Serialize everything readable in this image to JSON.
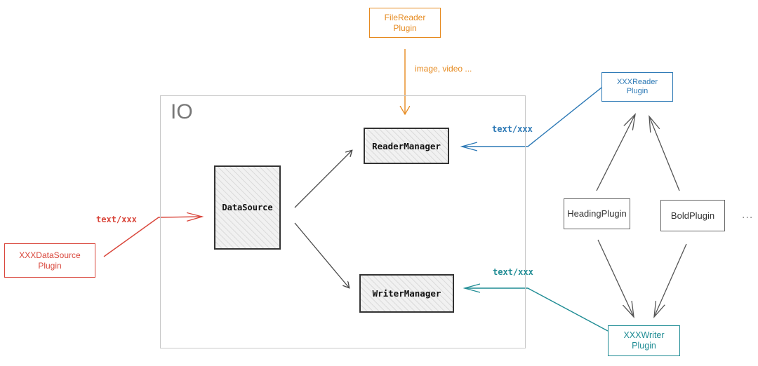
{
  "container": {
    "label": "IO"
  },
  "nodes": {
    "data_source": "DataSource",
    "reader_manager": "ReaderManager",
    "writer_manager": "WriterManager",
    "xxx_datasource_plugin": "XXXDataSource\nPlugin",
    "filereader_plugin": "FileReader\nPlugin",
    "xxx_reader_plugin": "XXXReader\nPlugin",
    "xxx_writer_plugin": "XXXWriter\nPlugin",
    "heading_plugin": "HeadingPlugin",
    "bold_plugin": "BoldPlugin"
  },
  "edge_labels": {
    "datasource_input": "text/xxx",
    "reader_input": "text/xxx",
    "writer_input": "text/xxx",
    "filereader_input": "image, video ..."
  },
  "ellipsis": "...",
  "colors": {
    "red": "#d9463b",
    "orange": "#e68a1f",
    "blue": "#2b78b5",
    "teal": "#1f8c94",
    "gray_arrow": "#4a4a4a",
    "container_border": "#c8c8c8"
  }
}
